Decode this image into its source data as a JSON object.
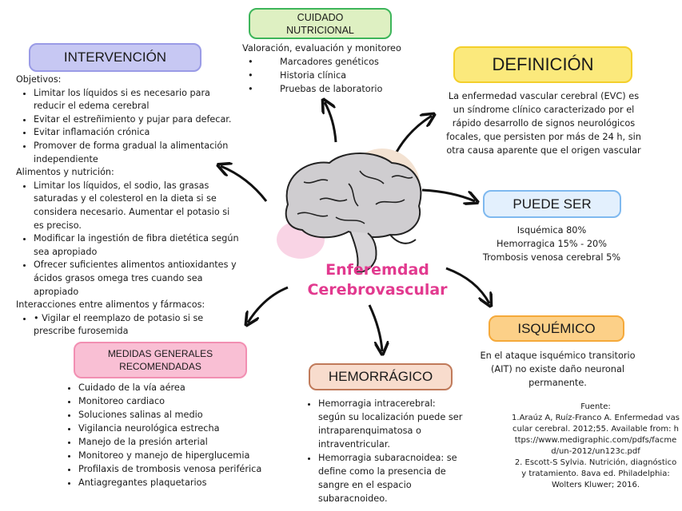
{
  "title": [
    "Enferemdad",
    "Cerebrovascular"
  ],
  "colors": {
    "title_pink": "#e23a8f",
    "nutricional_bg": "#def0c2",
    "nutricional_border": "#3db55a",
    "intervencion_bg": "#c7c8f3",
    "intervencion_border": "#9a9be6",
    "definicion_bg": "#fbe97c",
    "definicion_border": "#f4cf2a",
    "puede_bg": "#e3f0fd",
    "puede_border": "#7fb9ef",
    "isquemico_bg": "#fcd088",
    "isquemico_border": "#f5a93a",
    "hemorragico_bg": "#f8dccd",
    "hemorragico_border": "#c07a5a",
    "medidas_bg": "#f9bfd4",
    "medidas_border": "#f28fb2"
  },
  "cuidado_nutricional": {
    "label": [
      "CUIDADO",
      "NUTRICIONAL"
    ],
    "intro": "Valoración, evaluación y monitoreo",
    "items": [
      "Marcadores genéticos",
      "Historia clínica",
      "Pruebas de laboratorio"
    ]
  },
  "intervencion": {
    "label": "INTERVENCIÓN",
    "objetivos_label": "Objetivos:",
    "objetivos": [
      "Limitar los líquidos si es necesario para reducir el edema cerebral",
      "Evitar el estreñimiento y pujar para defecar.",
      "Evitar inflamación crónica",
      "Promover de forma gradual la alimentación independiente"
    ],
    "alimentos_label": "Alimentos y nutrición:",
    "alimentos": [
      "Limitar los líquidos, el sodio, las grasas saturadas y el colesterol en la dieta si se considera necesario. Aumentar el potasio si es preciso.",
      "Modificar la ingestión de fibra dietética según sea apropiado",
      "Ofrecer suficientes alimentos antioxidantes y ácidos grasos omega tres cuando sea apropiado"
    ],
    "interacciones_label": "Interacciones entre alimentos y fármacos:",
    "interacciones": [
      "• Vigilar el reemplazo de potasio si se prescribe furosemida"
    ]
  },
  "definicion": {
    "label": "DEFINICIÓN",
    "text": "La enfermedad vascular cerebral (EVC) es un síndrome clínico caracterizado por el rápido desarrollo de signos neurológicos focales, que persisten por más de 24 h, sin otra causa aparente que el origen vascular"
  },
  "puede_ser": {
    "label": "PUEDE SER",
    "lines": [
      "Isquémica 80%",
      "Hemorragica 15% - 20%",
      "Trombosis venosa cerebral 5%"
    ]
  },
  "isquemico": {
    "label": "ISQUÉMICO",
    "text": "En el ataque isquémico transitorio (AIT) no existe daño neuronal permanente."
  },
  "hemorragico": {
    "label": "HEMORRÁGICO",
    "items": [
      "Hemorragia intracerebral: según su localización puede ser intraparenquimatosa o intraventricular.",
      "Hemorragia subaracnoidea: se define como la presencia de sangre en el espacio subaracnoideo."
    ]
  },
  "medidas": {
    "label": [
      "MEDIDAS GENERALES",
      "RECOMENDADAS"
    ],
    "items": [
      "Cuidado de la vía aérea",
      "Monitoreo cardiaco",
      "Soluciones salinas al medio",
      "Vigilancia neurológica estrecha",
      "Manejo de la presión arterial",
      "Monitoreo y manejo de hiperglucemia",
      "Profilaxis de trombosis venosa periférica",
      "Antiagregantes plaquetarios"
    ]
  },
  "fuente": {
    "label": "Fuente:",
    "refs": [
      "1.Araúz A, Ruíz-Franco A. Enfermedad vascular cerebral. 2012;55. Available from: https://www.medigraphic.com/pdfs/facmed/un-2012/un123c.pdf",
      "2. Escott-S Sylvia. Nutrición, diagnóstico y tratamiento. 8ava ed. Philadelphia: Wolters Kluwer; 2016."
    ]
  }
}
